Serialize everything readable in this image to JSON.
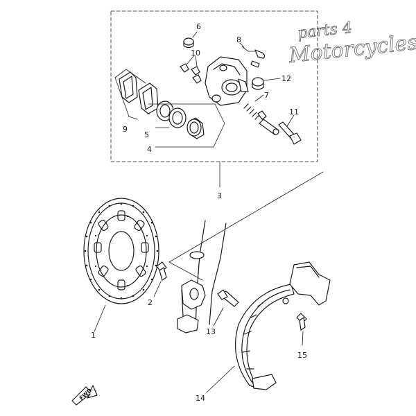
{
  "watermark": {
    "line1": "parts 4",
    "line2": "Motorcycles"
  },
  "direction_label": "FWD",
  "callouts": [
    "1",
    "2",
    "3",
    "4",
    "5",
    "6",
    "7",
    "8",
    "9",
    "10",
    "11",
    "12",
    "13",
    "14",
    "15"
  ]
}
